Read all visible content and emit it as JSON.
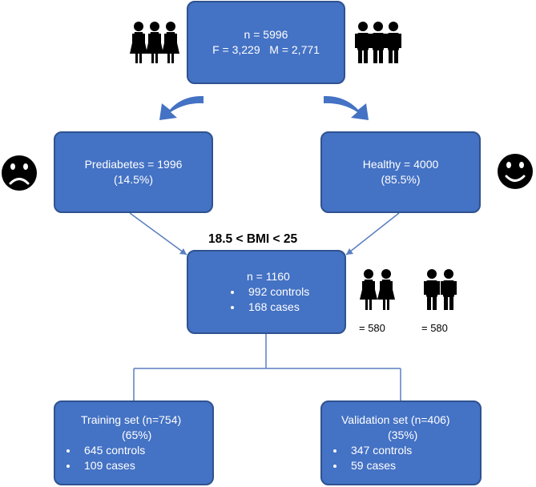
{
  "colors": {
    "box_fill": "#4472C4",
    "box_border": "#2F528F",
    "connector": "#5B7FC0",
    "arrow": "#4472C4",
    "icon": "#000000"
  },
  "top": {
    "n": "n = 5996",
    "sex": "F = 3,229   M = 2,771"
  },
  "prediabetes": {
    "line1": "Prediabetes = 1996",
    "line2": "(14.5%)"
  },
  "healthy": {
    "line1": "Healthy = 4000",
    "line2": "(85.5%)"
  },
  "bmi_label": "18.5 < BMI < 25",
  "middle": {
    "n": "n = 1160",
    "items": [
      "992 controls",
      "168 cases"
    ]
  },
  "female_count": "= 580",
  "male_count": "= 580",
  "training": {
    "line1": "Training set (n=754)",
    "line2": "(65%)",
    "items": [
      "645 controls",
      "109 cases"
    ]
  },
  "validation": {
    "line1": "Validation set (n=406)",
    "line2": "(35%)",
    "items": [
      "347 controls",
      "59 cases"
    ]
  },
  "icons": {
    "top_left": "women-group-icon",
    "top_right": "men-group-icon",
    "sad": "sad-face-icon",
    "happy": "happy-face-icon",
    "female_pair": "female-pair-icon",
    "male_pair": "male-pair-icon"
  }
}
